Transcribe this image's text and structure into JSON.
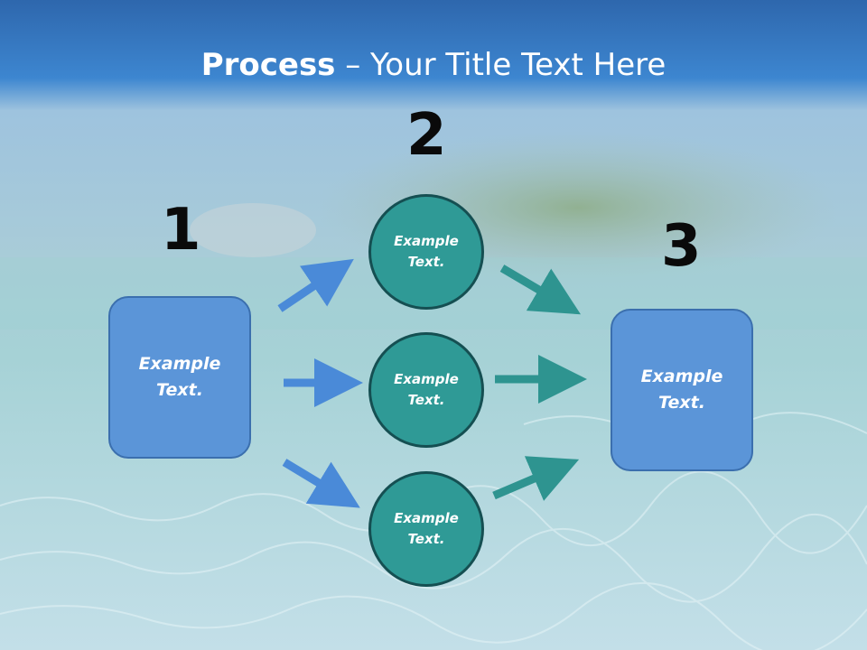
{
  "title": {
    "bold": "Process",
    "rest": " – Your Title Text Here"
  },
  "steps": {
    "one": "1",
    "two": "2",
    "three": "3"
  },
  "left_box": {
    "line1": "Example",
    "line2": "Text."
  },
  "right_box": {
    "line1": "Example",
    "line2": "Text."
  },
  "circles": [
    {
      "line1": "Example",
      "line2": "Text."
    },
    {
      "line1": "Example",
      "line2": "Text."
    },
    {
      "line1": "Example",
      "line2": "Text."
    }
  ],
  "colors": {
    "box": "#5b95d8",
    "circle": "#2f9a96",
    "blue_arrow": "#4a8ad8",
    "teal_arrow": "#2e9490"
  }
}
